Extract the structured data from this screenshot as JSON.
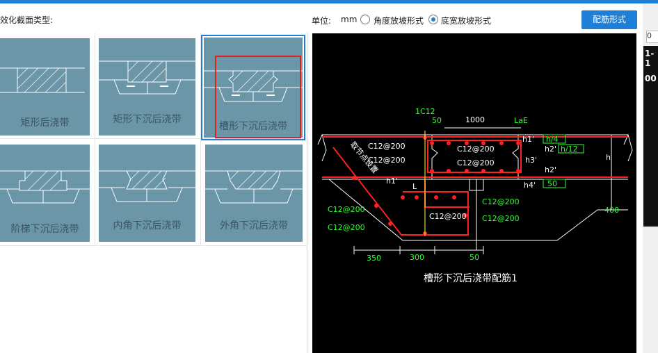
{
  "header": {
    "section_label": "效化截面类型:"
  },
  "tiles": [
    {
      "label": "矩形后浇带"
    },
    {
      "label": "矩形下沉后浇带"
    },
    {
      "label": "槽形下沉后浇带"
    },
    {
      "label": "阶梯下沉后浇带"
    },
    {
      "label": "内角下沉后浇带"
    },
    {
      "label": "外角下沉后浇带"
    }
  ],
  "units": {
    "label": "单位:",
    "value": "mm"
  },
  "slope_options": [
    {
      "label": "角度放坡形式",
      "checked": false
    },
    {
      "label": "底宽放坡形式",
      "checked": true
    }
  ],
  "config_button": {
    "label": "配筋形式"
  },
  "drawing": {
    "caption": "槽形下沉后浇带配筋1",
    "labels": {
      "top_bar": "1C12",
      "dim_50_top": "50",
      "dim_1000": "1000",
      "lae": "LaE",
      "h1": "h1'",
      "h4_frac": "h/4",
      "h2a": "h2'",
      "h12_frac": "h/12",
      "h3": "h3'",
      "h2b": "h2'",
      "h_label": "h",
      "h1b": "h1'",
      "L_label": "L",
      "h4": "h4'",
      "dim_50_right": "50",
      "dim_400": "400",
      "rebar_a": "C12@200",
      "rebar_b": "C12@200",
      "rebar_c": "C12@200",
      "rebar_d": "C12@200",
      "rebar_e": "C12@200",
      "rebar_f": "C12@200",
      "rebar_g": "C12@200",
      "rebar_h": "C12@200",
      "rebar_i": "C12@200",
      "slope_note": "取节点设置",
      "dim_350": "350",
      "dim_300": "300",
      "dim_50_bottom": "50"
    }
  },
  "right_strip": {
    "box": "0",
    "text1": "1-1",
    "text2": "00"
  },
  "colors": {
    "accent": "#1f7fd6",
    "tile": "#6a96a8",
    "highlight": "#e02020",
    "rebar": "#ff2020",
    "dim": "#33ff33"
  }
}
